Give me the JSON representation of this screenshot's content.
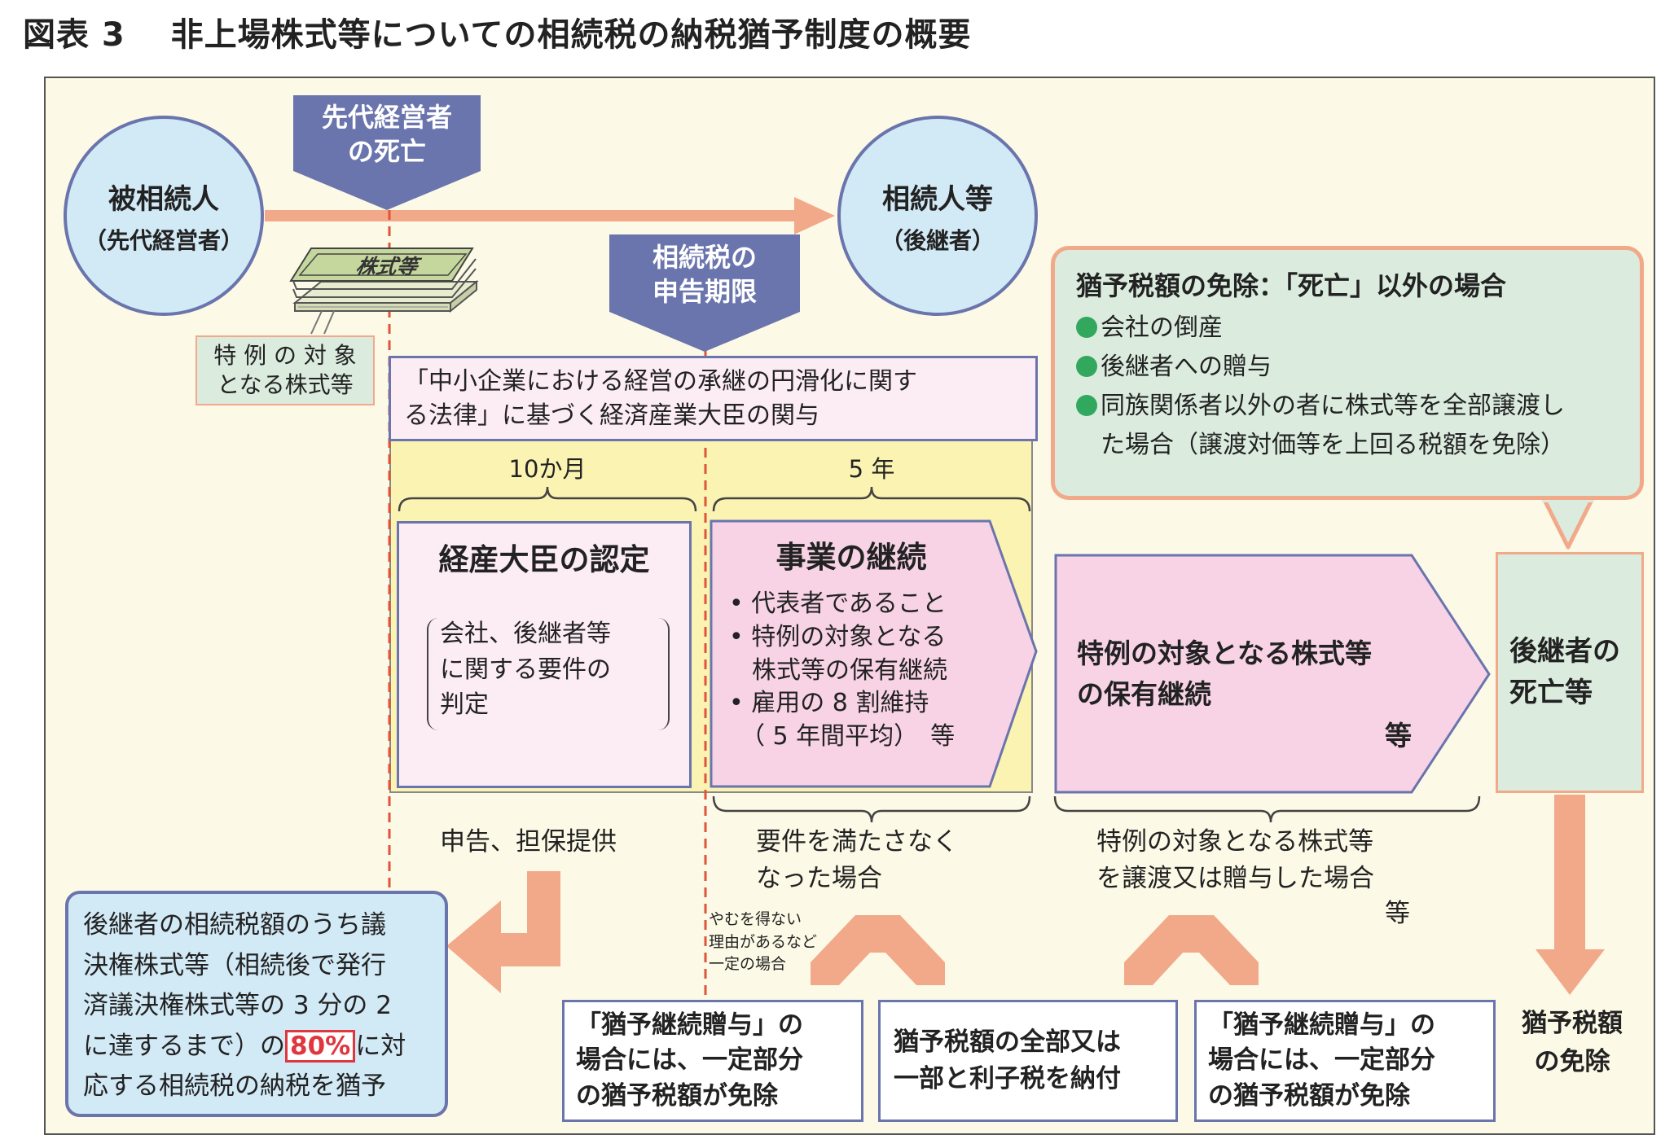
{
  "figure_title": "図表 3　 非上場株式等についての相続税の納税猶予制度の概要",
  "circles": {
    "left_main": "被相続人",
    "left_sub": "（先代経営者）",
    "right_main": "相続人等",
    "right_sub": "（後継者）"
  },
  "markers": {
    "death_line1": "先代経営者",
    "death_line2": "の死亡",
    "deadline_line1": "相続税の",
    "deadline_line2": "申告期限"
  },
  "stock_icon_label": "株式等",
  "stock_caption_line1": "特 例 の 対 象",
  "stock_caption_line2": "となる株式等",
  "law_box_line1": "「中小企業における経営の承継の円滑化に関す",
  "law_box_line2": "る法律」に基づく経済産業大臣の関与",
  "period_10m": "10か月",
  "period_5y": "5 年",
  "certification": {
    "title": "経産大臣の認定",
    "line1": "会社、後継者等",
    "line2": "に関する要件の",
    "line3": "判定"
  },
  "continuation": {
    "title": "事業の継続",
    "item1": "• 代表者であること",
    "item2a": "• 特例の対象となる",
    "item2b": "株式等の保有継続",
    "item3a": "• 雇用の 8 割維持",
    "item3b": "（ 5 年間平均）　等"
  },
  "holding": {
    "line1": "特例の対象となる株式等",
    "line2": "の保有継続",
    "suffix": "等"
  },
  "exemption_box": {
    "title": "猶予税額の免除：「死亡」以外の場合",
    "item1": "会社の倒産",
    "item2": "後継者への贈与",
    "item3a": "同族関係者以外の者に株式等を全部譲渡し",
    "item3b": "た場合（譲渡対価等を上回る税額を免除）"
  },
  "successor_death": {
    "line1": "後継者の",
    "line2": "死亡等"
  },
  "labels": {
    "filing": "申告、担保提供",
    "requirements_line1": "要件を満たさなく",
    "requirements_line2": "なった場合",
    "transfer_line1": "特例の対象となる株式等",
    "transfer_line2": "を譲渡又は贈与した場合",
    "transfer_line3": "等",
    "unavoidable_line1": "やむを得ない",
    "unavoidable_line2": "理由があるなど",
    "unavoidable_line3": "一定の場合"
  },
  "deferral_box": {
    "line1": "後継者の相続税額のうち議",
    "line2": "決権株式等（相続後で発行",
    "line3": "済議決権株式等の 3 分の 2",
    "line4a": "に達するまで）の",
    "highlight": "80%",
    "line4b": "に対",
    "line5": "応する相続税の納税を猶予"
  },
  "result1": {
    "line1": "「猶予継続贈与」の",
    "line2": "場合には、一定部分",
    "line3": "の猶予税額が免除"
  },
  "result2": {
    "line1": "猶予税額の全部又は",
    "line2": "一部と利子税を納付"
  },
  "result3": {
    "line1": "「猶予継続贈与」の",
    "line2": "場合には、一定部分",
    "line3": "の猶予税額が免除"
  },
  "result4": {
    "line1": "猶予税額",
    "line2": "の免除"
  },
  "colors": {
    "panel_bg": "#fcf9e6",
    "circle_fill": "#d2e9f6",
    "circle_border": "#6a74ad",
    "marker_fill": "#6a74ad",
    "pink_fill": "#f7d3e5",
    "salmon": "#f2a98a",
    "green_fill": "#dbecdf",
    "dashed_red": "#e0543a",
    "highlight_red": "#e0363d"
  }
}
